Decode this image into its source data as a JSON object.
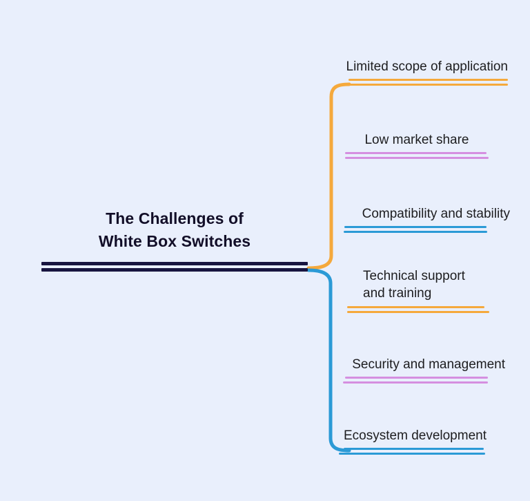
{
  "diagram": {
    "type": "mind-map",
    "background_color": "#e9effc",
    "root": {
      "label": "The Challenges of\nWhite Box Switches",
      "rule_color": "#181540",
      "rule_count": 2
    },
    "palette": {
      "orange": "#f5a93c",
      "purple": "#d58fe0",
      "blue": "#2b9ad6",
      "navy": "#181540",
      "text": "#1d1d1f"
    },
    "spines": [
      {
        "name": "upper-spine",
        "color": "#f5a93c",
        "serves": [
          1,
          2,
          3
        ]
      },
      {
        "name": "lower-spine",
        "color": "#2b9ad6",
        "serves": [
          4,
          5,
          6
        ]
      }
    ],
    "branches": [
      {
        "id": 1,
        "label": "Limited scope of application",
        "rule_color": "#f5a93c",
        "spine": "orange",
        "align": "right"
      },
      {
        "id": 2,
        "label": "Low market share",
        "rule_color": "#d58fe0",
        "spine": "orange",
        "align": "center"
      },
      {
        "id": 3,
        "label": "Compatibility and stability",
        "rule_color": "#2b9ad6",
        "spine": "orange",
        "align": "right"
      },
      {
        "id": 4,
        "label": "Technical support\nand training",
        "rule_color": "#f5a93c",
        "spine": "blue",
        "align": "left"
      },
      {
        "id": 5,
        "label": "Security and management",
        "rule_color": "#d58fe0",
        "spine": "blue",
        "align": "right"
      },
      {
        "id": 6,
        "label": "Ecosystem development",
        "rule_color": "#2b9ad6",
        "spine": "blue",
        "align": "left"
      }
    ]
  }
}
